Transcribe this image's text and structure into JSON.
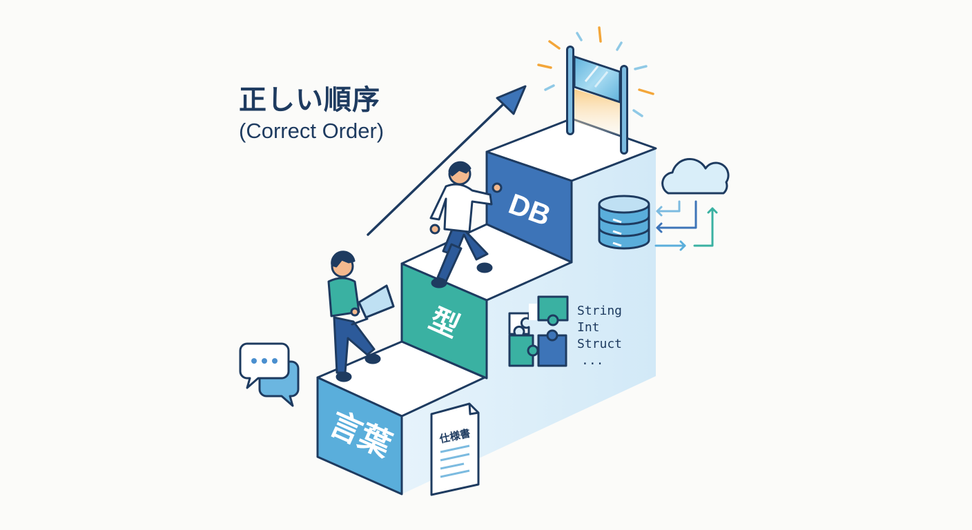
{
  "title": {
    "main": "正しい順序",
    "sub": "(Correct Order)"
  },
  "steps": [
    {
      "label": "言葉",
      "color": "#5aaedb"
    },
    {
      "label": "型",
      "color": "#3ab1a2"
    },
    {
      "label": "DB",
      "color": "#3d74b8"
    }
  ],
  "document": {
    "label": "仕様書"
  },
  "types": {
    "items": [
      "String",
      "Int",
      "Struct",
      "..."
    ]
  },
  "icons": [
    "chat-bubbles-icon",
    "person-with-laptop",
    "person-climbing",
    "growth-arrow",
    "goal-flag",
    "puzzle-icon",
    "database-icon",
    "cloud-icon",
    "sync-arrows-icon"
  ],
  "colors": {
    "outline": "#1e3b60",
    "accent_orange": "#f3a63a",
    "light_blue": "#bfe0f3",
    "teal": "#3ab1a2",
    "blue": "#3d74b8"
  }
}
